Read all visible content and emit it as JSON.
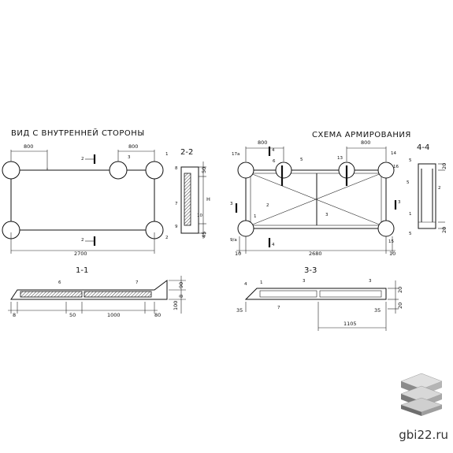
{
  "titles": {
    "inner_view": "ВИД С ВНУТРЕННЕЙ СТОРОНЫ",
    "reinforcement": "СХЕМА АРМИРОВАНИЯ"
  },
  "sections": {
    "s11": "1-1",
    "s22": "2-2",
    "s33": "3-3",
    "s44": "4-4"
  },
  "view_left": {
    "dim_top_left": "800",
    "dim_top_right": "800",
    "dim_bottom": "2700",
    "cut_top": "2",
    "cut_bottom": "2",
    "callout_1": "1",
    "callout_2": "2",
    "callout_3": "3"
  },
  "section22": {
    "dim_top": "50",
    "dim_bottom": "45",
    "dim_height": "H",
    "label_7": "7",
    "label_8": "8",
    "label_9": "9",
    "label_10": "10"
  },
  "scheme": {
    "dim_top_left": "800",
    "dim_top_right": "800",
    "dim_bottom": "2680",
    "dim_left_margin": "10",
    "dim_right_margin": "10",
    "cut_4_top": "4",
    "cut_4_bottom": "4",
    "cut_3_left": "3",
    "cut_3_right": "3",
    "label_17a": "17а",
    "label_14": "14",
    "label_13": "13",
    "label_15": "15",
    "label_16": "16",
    "label_9a": "9/а",
    "label_2": "2",
    "label_3": "3",
    "label_5": "5",
    "label_6": "6",
    "label_1": "1"
  },
  "section44": {
    "dim_top": "20",
    "dim_bottom": "20",
    "label_5a": "5",
    "label_5b": "5",
    "label_2": "2",
    "label_1": "1",
    "label_5c": "5"
  },
  "section11": {
    "dim_8": "8",
    "dim_50": "50",
    "dim_1000": "1000",
    "dim_80": "80",
    "dim_right_90": "90",
    "dim_right_8": "8",
    "dim_right_100": "100",
    "label_6": "6",
    "label_7": "7"
  },
  "section33": {
    "dim_35_left": "35",
    "dim_35_right": "35",
    "dim_1105": "1105",
    "dim_20_top": "20",
    "dim_20_bottom": "20",
    "label_4": "4",
    "label_1": "1",
    "label_3a": "3",
    "label_3b": "3",
    "label_7": "7"
  },
  "watermark": "gbi22.ru",
  "logo_icon": "stacked-slabs-icon"
}
